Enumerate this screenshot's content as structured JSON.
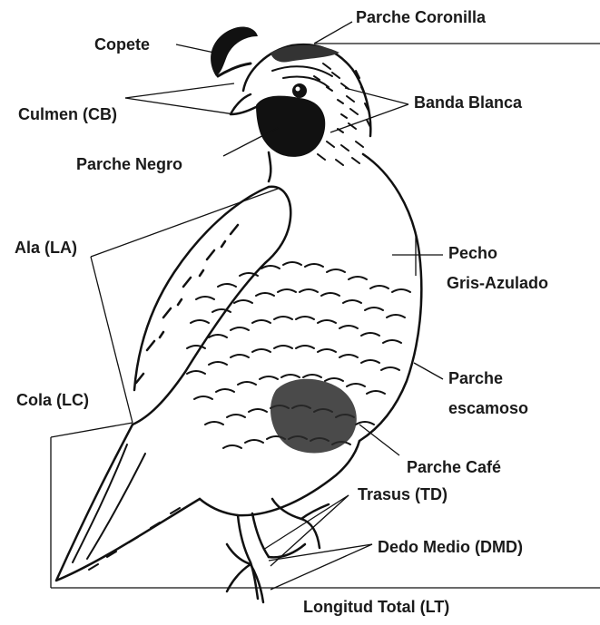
{
  "labels": {
    "copete": "Copete",
    "parche_coronilla": "Parche Coronilla",
    "culmen": "Culmen (CB)",
    "banda_blanca": "Banda Blanca",
    "parche_negro": "Parche Negro",
    "ala": "Ala (LA)",
    "pecho_line1": "Pecho",
    "pecho_line2": "Gris-Azulado",
    "cola": "Cola (LC)",
    "parche_escamoso_line1": "Parche",
    "parche_escamoso_line2": "escamoso",
    "parche_cafe": "Parche Café",
    "trasus": "Trasus (TD)",
    "dedo_medio": "Dedo Medio (DMD)",
    "longitud_total": "Longitud Total (LT)"
  },
  "colors": {
    "ink": "#111111",
    "text": "#1a1a1a",
    "background": "#ffffff"
  }
}
